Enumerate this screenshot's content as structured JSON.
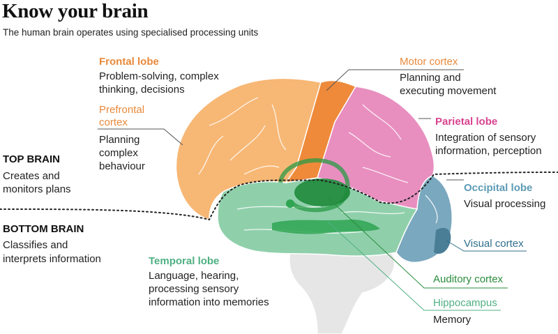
{
  "title": "Know your brain",
  "subtitle": "The human brain operates using specialised processing units",
  "colors": {
    "frontal": "#f7b775",
    "motor": "#ee8a3a",
    "parietal": "#e88fc0",
    "occipital": "#7aa8bf",
    "temporal": "#8fd0ab",
    "stem": "#e8e8e8",
    "green_dark": "#2a9a45"
  },
  "labels": {
    "frontal": {
      "heading": "Frontal lobe",
      "desc1": "Problem-solving, complex",
      "desc2": "thinking, decisions"
    },
    "prefrontal": {
      "heading1": "Prefrontal",
      "heading2": "cortex",
      "desc1": "Planning",
      "desc2": "complex",
      "desc3": "behaviour"
    },
    "motor": {
      "heading": "Motor cortex",
      "desc1": "Planning and",
      "desc2": "executing movement"
    },
    "parietal": {
      "heading": "Parietal lobe",
      "desc1": "Integration of sensory",
      "desc2": "information, perception"
    },
    "occipital": {
      "heading": "Occipital lobe",
      "desc1": "Visual processing"
    },
    "visual": {
      "heading": "Visual cortex"
    },
    "auditory": {
      "heading": "Auditory cortex"
    },
    "hippocampus": {
      "heading": "Hippocampus",
      "desc1": "Memory"
    },
    "temporal": {
      "heading": "Temporal lobe",
      "desc1": "Language, hearing,",
      "desc2": "processing sensory",
      "desc3": "information into memories"
    },
    "top_brain": {
      "heading": "TOP BRAIN",
      "desc1": "Creates and",
      "desc2": "monitors plans"
    },
    "bottom_brain": {
      "heading": "BOTTOM BRAIN",
      "desc1": "Classifies and",
      "desc2": "interprets information"
    }
  }
}
